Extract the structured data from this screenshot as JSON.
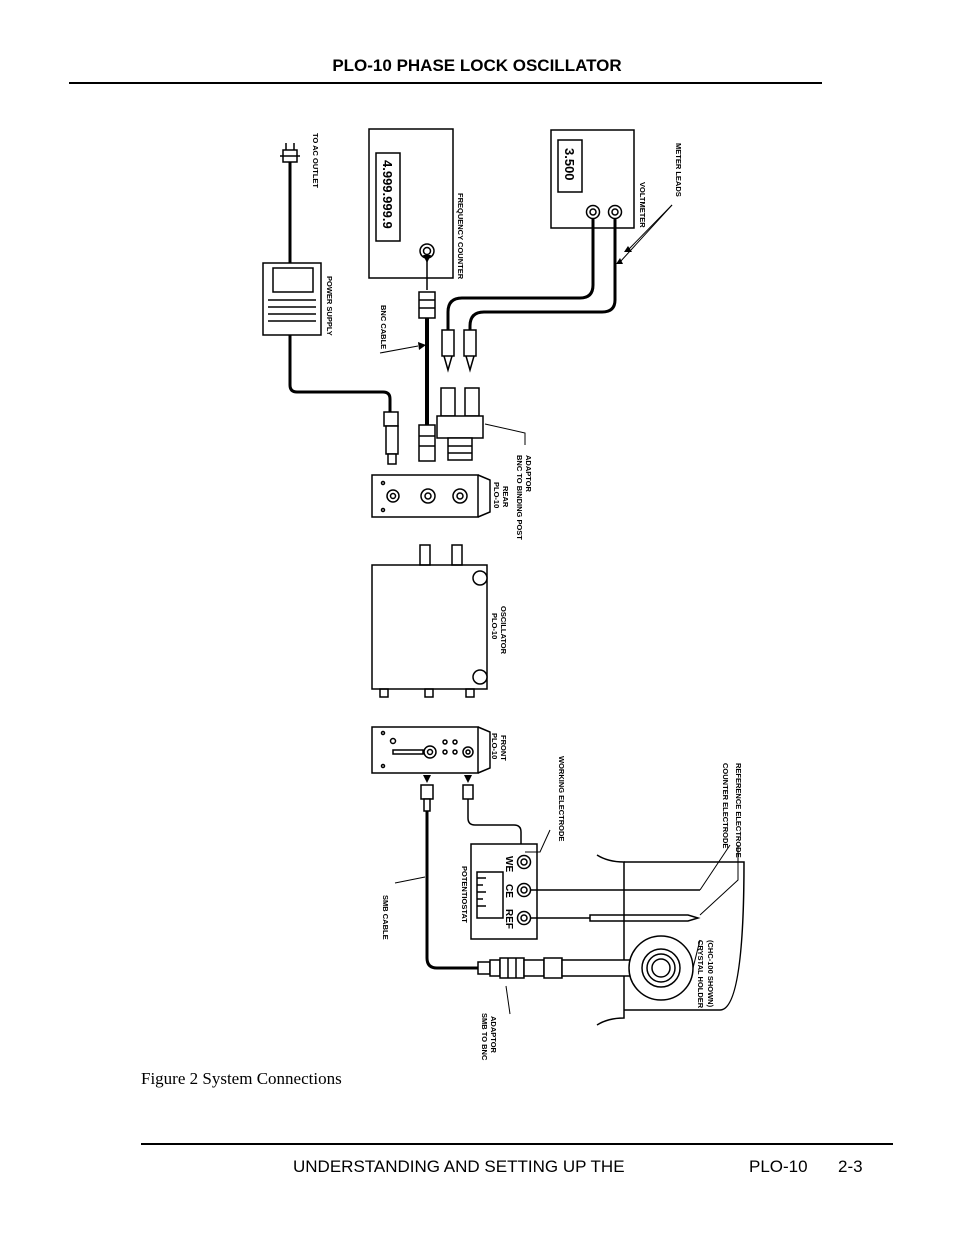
{
  "header": {
    "title": "PLO-10 PHASE LOCK OSCILLATOR"
  },
  "diagram": {
    "labels": {
      "to_ac_outlet": "TO AC OUTLET",
      "power_supply": "POWER SUPPLY",
      "frequency_counter": "FREQUENCY COUNTER",
      "frequency_display": "4.999.999.9",
      "voltmeter": "VOLTMETER",
      "voltmeter_display": "3.500",
      "meter_leads": "METER LEADS",
      "bnc_cable": "BNC CABLE",
      "plo10_rear": "PLO-10",
      "rear": "REAR",
      "bnc_binding_post_1": "BNC TO BINDING POST",
      "bnc_binding_post_2": "ADAPTOR",
      "plo10_osc": "PLO-10",
      "oscillator": "OSCILLATOR",
      "plo10_front": "PLO-10",
      "front": "FRONT",
      "working_electrode": "WORKING ELECTRODE",
      "counter_electrode": "COUNTER ELECTRODE",
      "reference_electrode": "REFERENCE ELECTRODE",
      "potentiostat": "POTENTIOSTAT",
      "we": "WE",
      "ce": "CE",
      "ref": "REF",
      "smb_cable": "SMB CABLE",
      "smb_bnc_1": "SMB TO BNC",
      "smb_bnc_2": "ADAPTOR",
      "crystal_holder_1": "CRYSTAL HOLDER",
      "crystal_holder_2": "(CHC-100 SHOWN)"
    }
  },
  "caption": "Figure 2  System Connections",
  "footer": {
    "left": "UNDERSTANDING AND SETTING UP THE",
    "model": "PLO-10",
    "page": "2-3"
  }
}
